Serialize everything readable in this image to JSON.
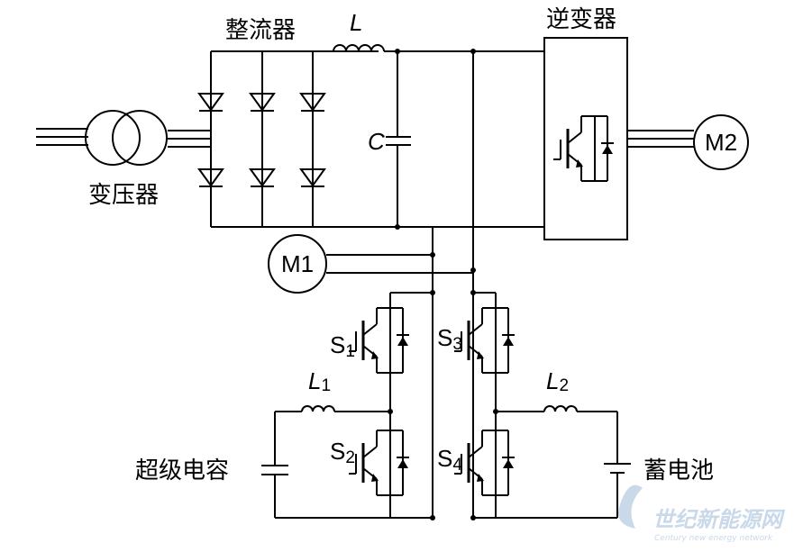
{
  "labels": {
    "rectifier": "整流器",
    "inductor_main": "L",
    "inverter": "逆变器",
    "capacitor": "C",
    "transformer": "变压器",
    "motor1": "M1",
    "motor2": "M2",
    "switch1": "S",
    "switch1_sub": "1",
    "switch2": "S",
    "switch2_sub": "2",
    "switch3": "S",
    "switch3_sub": "3",
    "switch4": "S",
    "switch4_sub": "4",
    "inductor1": "L",
    "inductor1_sub": "1",
    "inductor2": "L",
    "inductor2_sub": "2",
    "supercap": "超级电容",
    "battery": "蓄电池"
  },
  "watermark": {
    "text": "世纪新能源网",
    "subtext": "Century new energy network"
  },
  "colors": {
    "line": "#000000",
    "watermark": "#c9d9ea"
  }
}
